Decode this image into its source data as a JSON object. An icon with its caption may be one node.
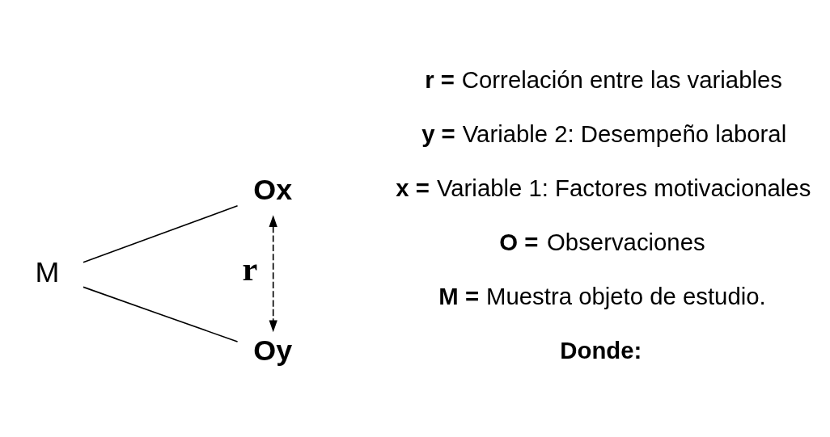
{
  "diagram": {
    "nodes": [
      {
        "text": [
          "M"
        ]
      },
      {
        "text": [
          "Ox"
        ]
      },
      {
        "text": [
          "Oy"
        ]
      }
    ],
    "edges": [
      {
        "from": 0,
        "to": 1,
        "arrow": "none"
      },
      {
        "from": 0,
        "to": 2,
        "arrow": "none"
      },
      {
        "from": 1,
        "to": 2,
        "arrow": "both",
        "style": "dashed",
        "label": "r"
      }
    ],
    "labels": [
      "Donde:",
      "M = Muestra objeto de estudio.",
      "O = Observaciones",
      "x = Variable 1: Factores motivacionales",
      "y = Variable 2: Desempeño laboral",
      "r = Correlación entre las variables"
    ]
  }
}
